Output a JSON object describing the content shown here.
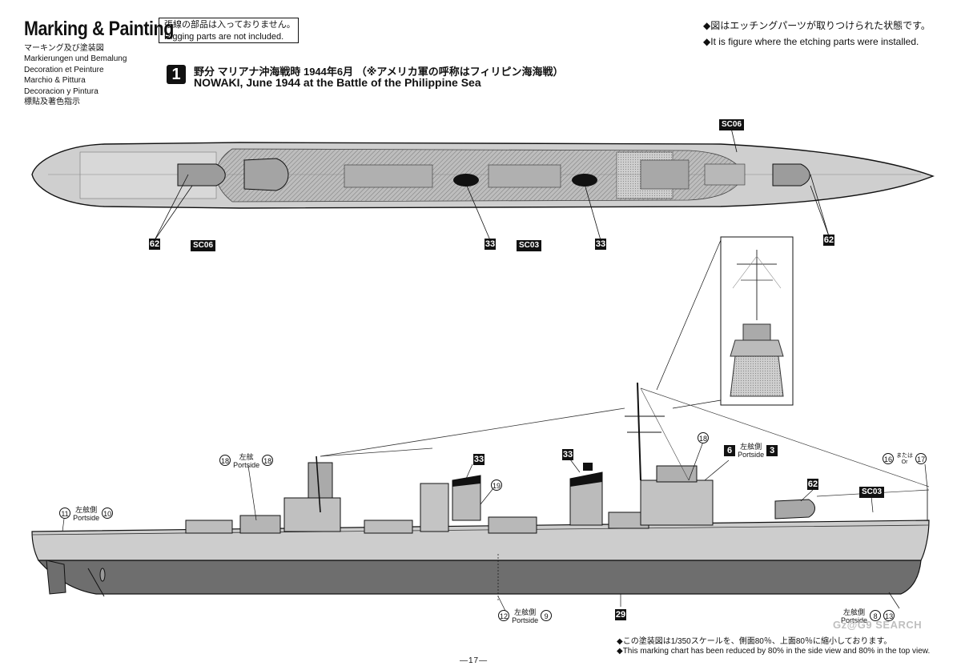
{
  "header": {
    "title": "Marking & Painting",
    "languages": [
      "マーキング及び塗装図",
      "Markierungen und Bemalung",
      "Decoration et Peinture",
      "Marchio & Pittura",
      "Decoracion y Pintura",
      "標貼及著色指示"
    ],
    "rigging_note_jp": "張線の部品は入っておりません。",
    "rigging_note_en": "Rigging parts are not included.",
    "etching_note_jp": "◆図はエッチングパーツが取りつけられた状態です。",
    "etching_note_en": "◆It is figure where the etching parts were installed."
  },
  "section": {
    "number": "1",
    "title_jp": "野分  マリアナ沖海戦時  1944年6月  （※アメリカ軍の呼称はフィリピン海海戦）",
    "title_en": "NOWAKI, June 1944 at the Battle of the Philippine Sea"
  },
  "top_view_labels": {
    "sc06_right": "SC06",
    "sc06_left": "SC06",
    "sc03": "SC03",
    "n62_left": "62",
    "n62_right": "62",
    "n33_left": "33",
    "n33_right": "33"
  },
  "side_view_labels": {
    "c18a": "18",
    "portside_jp_a": "左舷",
    "portside_a": "Portside",
    "c18b": "18",
    "c11": "11",
    "portside_jp_b": "左舷側",
    "portside_b": "Portside",
    "c10": "10",
    "b33a": "33",
    "c19": "19",
    "b33b": "33",
    "c18c": "18",
    "b6": "6",
    "portside_jp_c": "左舷側",
    "portside_c": "Portside",
    "b3": "3",
    "c16": "16",
    "or_jp": "または",
    "or_en": "Or",
    "c17": "17",
    "b62": "62",
    "sc03": "SC03",
    "c12": "12",
    "portside_jp_d": "左舷側",
    "portside_d": "Portside",
    "c9": "9",
    "b29": "29",
    "portside_jp_e": "左舷側",
    "portside_e": "Portside",
    "c8": "8",
    "c13": "13"
  },
  "footer": {
    "note_jp": "◆この塗装図は1/350スケールを、側面80％、上面80％に縮小しております。",
    "note_en": "◆This marking chart has been reduced by 80% in the side view and 80% in the top view.",
    "page": "—17—",
    "watermark": "Gz@G9 SEARCH"
  },
  "colors": {
    "hull_gray": "#c6c6c6",
    "deck_hatch": "#9a9a9a",
    "lower_hull": "#6e6e6e",
    "black": "#111111"
  }
}
